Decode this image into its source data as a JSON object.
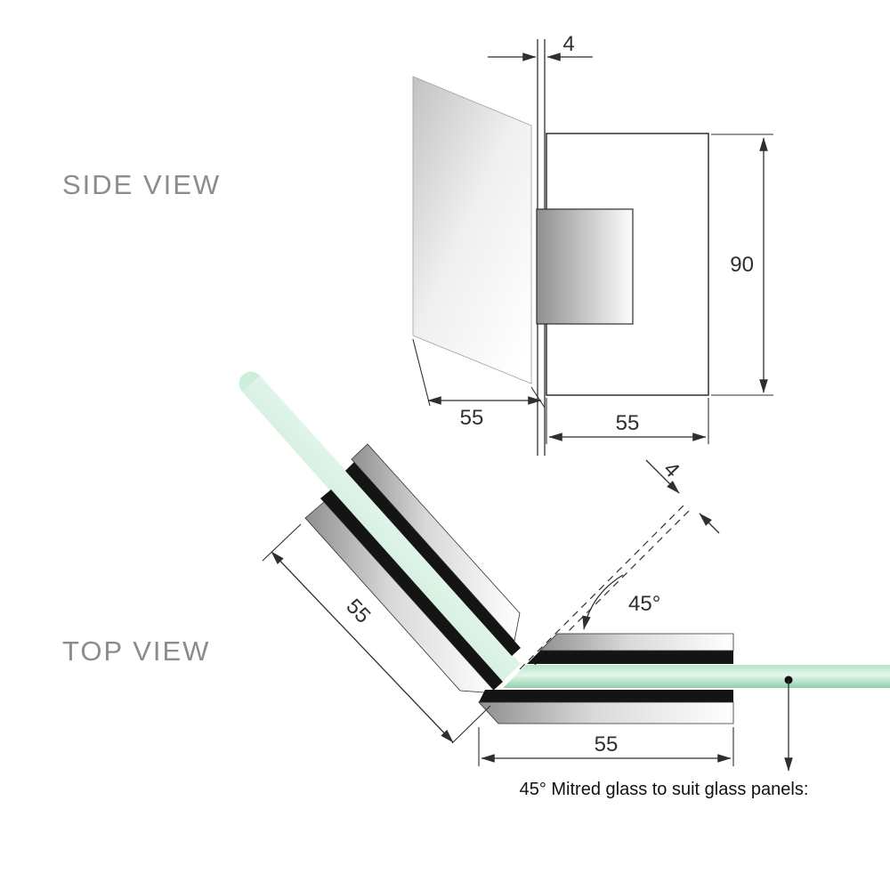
{
  "side_view": {
    "title": "SIDE VIEW",
    "dims": {
      "glass_thickness": "4",
      "plate_height": "90",
      "panel_width": "55",
      "plate_width": "55"
    }
  },
  "top_view": {
    "title": "TOP VIEW",
    "dims": {
      "plate_length": "55",
      "mitre_gap": "4",
      "mitre_angle": "45°",
      "plate_width": "55"
    },
    "caption": "45° Mitred glass to suit glass panels:"
  },
  "colors": {
    "glass_green": "#b7e4c9",
    "metal_gray": "#bdbdbd",
    "seal_black": "#141414",
    "dimension_line": "#2f2f2f",
    "title_gray": "#8c8c8c"
  }
}
